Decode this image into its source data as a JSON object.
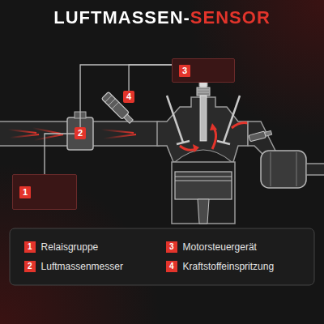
{
  "diagram": {
    "title": "LUFTMASSEN-SENSOR",
    "nodes": [
      {
        "text": [
          "3"
        ]
      },
      {
        "text": [
          "4"
        ]
      },
      {
        "text": [
          "2"
        ]
      },
      {
        "text": [
          "1"
        ]
      }
    ],
    "edges": [
      {
        "from": 0,
        "to": 2,
        "arrow": "none"
      },
      {
        "from": 0,
        "to": 1,
        "arrow": "none"
      },
      {
        "from": 2,
        "to": 3,
        "arrow": "none"
      }
    ],
    "labels": [
      "1",
      "2",
      "3",
      "4"
    ],
    "legend": [
      {
        "text": "Relaisgruppe"
      },
      {
        "text": "Luftmassenmesser"
      },
      {
        "text": "Motorsteuergerät"
      },
      {
        "text": "Kraftstoffeinspritzung"
      }
    ]
  }
}
